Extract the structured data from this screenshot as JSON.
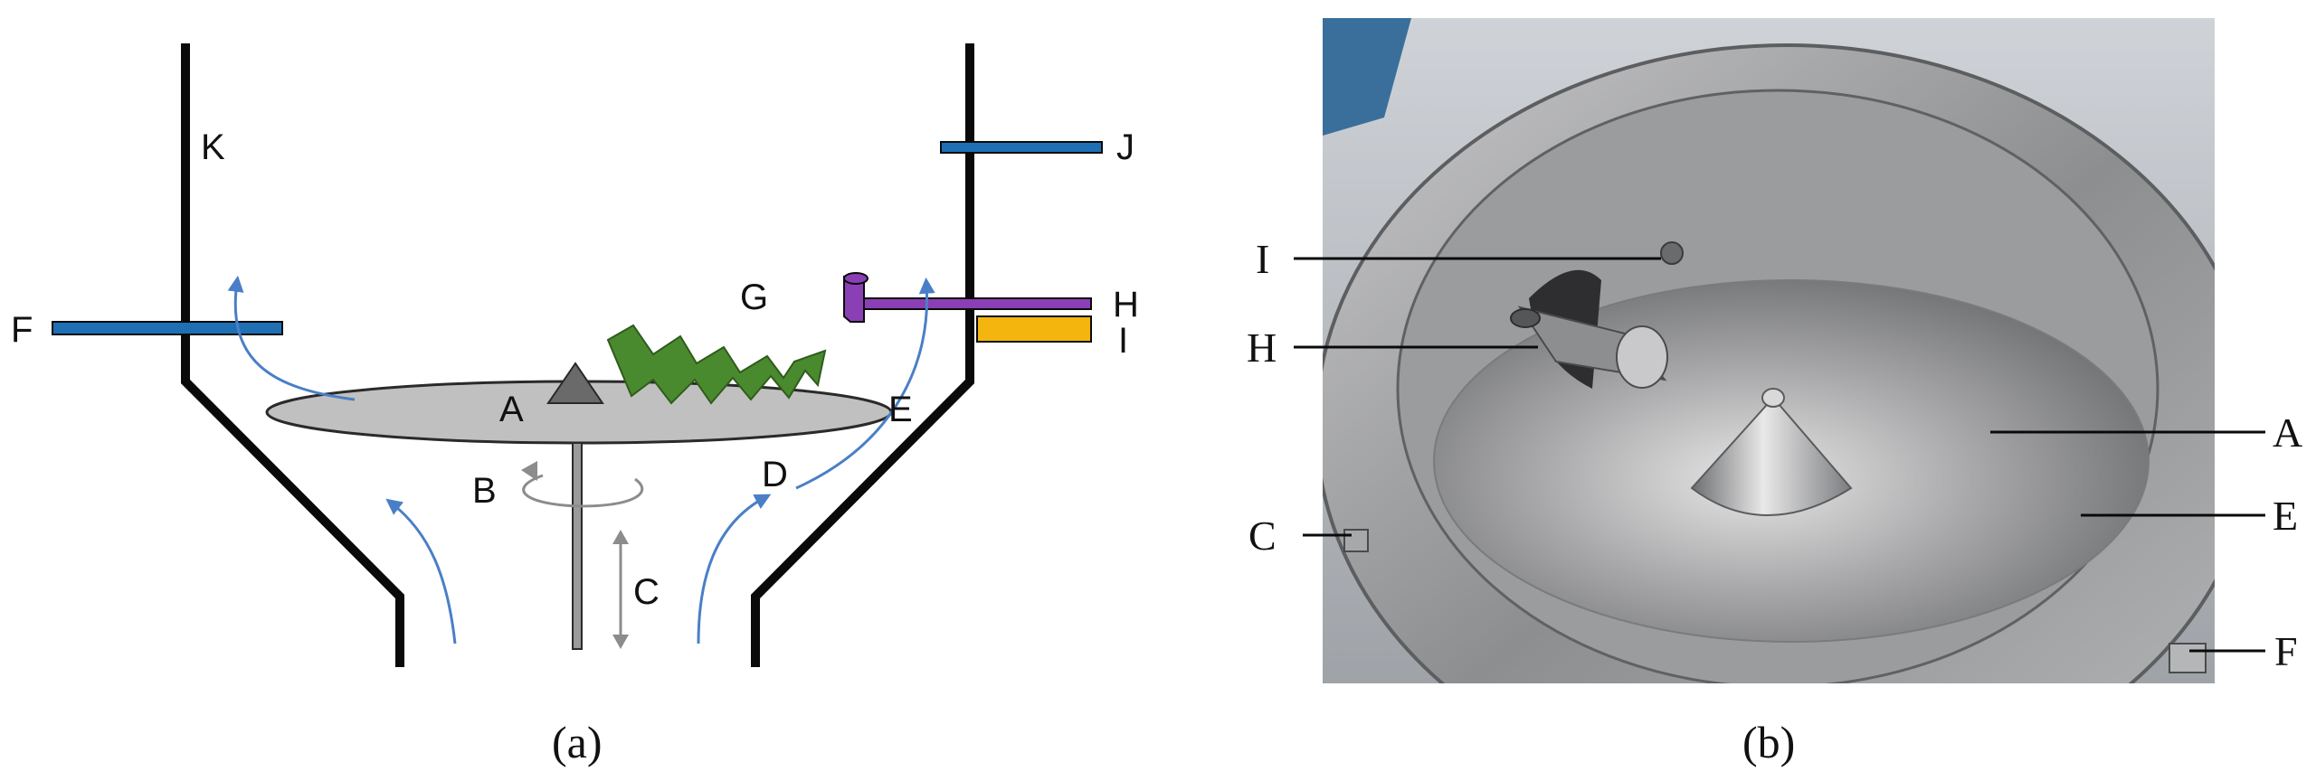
{
  "panel_a": {
    "caption": "(a)",
    "labels": {
      "A": "A",
      "B": "B",
      "C": "C",
      "D": "D",
      "E": "E",
      "F": "F",
      "G": "G",
      "H": "H",
      "I": "I",
      "J": "J",
      "K": "K"
    }
  },
  "panel_b": {
    "caption": "(b)",
    "callouts": {
      "I": "I",
      "H": "H",
      "C": "C",
      "A": "A",
      "E": "E",
      "F": "F"
    }
  },
  "colors": {
    "wall": "#0a0a0a",
    "disc": "#c0c0c0",
    "air_arrow": "#4a7fc7",
    "port_blue": "#1f6fb5",
    "nozzle_purple": "#8a3fb5",
    "heater_yellow": "#f5b50f",
    "spray_green": "#4a8a2e"
  }
}
